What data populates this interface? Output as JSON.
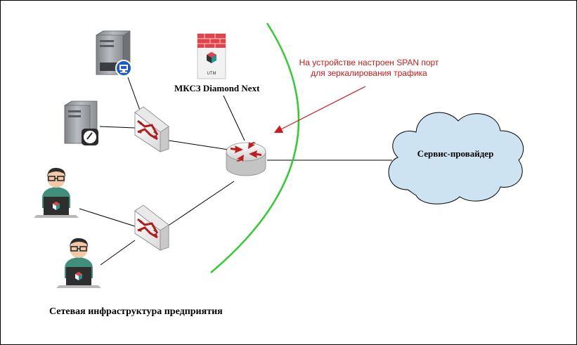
{
  "diagram": {
    "utm_label": "МКСЗ Diamond Next",
    "utm_badge": "UTM",
    "annotation_line1": "На устройстве настроен SPAN порт",
    "annotation_line2": "для зеркалирования трафика",
    "cloud_label": "Сервис-провайдер",
    "footer_title": "Сетевая инфраструктура предприятия",
    "colors": {
      "boundary_arc": "#33cc33",
      "annotation": "#d21919",
      "cloud_fill": "#cde3f1",
      "switch_arrows": "#b01c1c",
      "firewall_brick": "#e2424a"
    },
    "icons": [
      "server-icon",
      "monitor-badge-icon",
      "server-icon",
      "disk-badge-icon",
      "switch-icon",
      "switch-icon",
      "router-icon",
      "utm-firewall-icon",
      "user-workstation-icon",
      "user-workstation-icon",
      "cloud-icon"
    ]
  }
}
